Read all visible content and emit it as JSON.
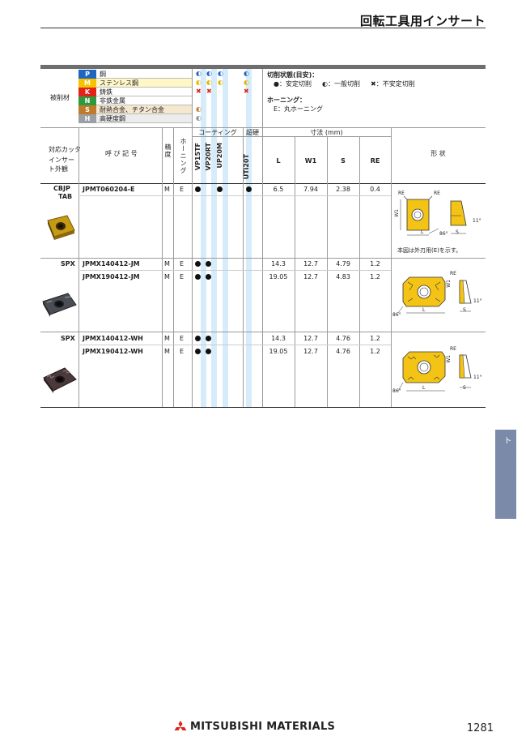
{
  "header": {
    "title": "回転工具用インサート"
  },
  "workpiece": {
    "label": "被削材",
    "materials": [
      {
        "code": "P",
        "name": "鋼",
        "color": "#1f66c4",
        "bg": "#ffffff"
      },
      {
        "code": "M",
        "name": "ステンレス鋼",
        "color": "#f5c400",
        "bg": "#fff7c6"
      },
      {
        "code": "K",
        "name": "鋳鉄",
        "color": "#e2231a",
        "bg": "#ffffff"
      },
      {
        "code": "N",
        "name": "非鉄金属",
        "color": "#2e9a3f",
        "bg": "#ffffff"
      },
      {
        "code": "S",
        "name": "耐熱合金、チタン合金",
        "color": "#c07a2b",
        "bg": "#f6e7cf"
      },
      {
        "code": "H",
        "name": "高硬度鋼",
        "color": "#9aa0a6",
        "bg": "#ececec"
      }
    ],
    "legend": {
      "title": "切削状態(目安)：",
      "stable": "●：安定切削",
      "general": "◐：一般切削",
      "unstable": "✖：不安定切削",
      "honing_title": "ホーニング：",
      "honing_e": "E：丸ホーニング"
    }
  },
  "columns": {
    "cutter": "対応カッタ",
    "insert_view": "インサート外観",
    "designation": "呼 び 記 号",
    "accuracy": "精度",
    "honing": "ホーニング",
    "coating": "コーティング",
    "carbide": "超硬",
    "grades": [
      "VP15TF",
      "VP20RT",
      "UP20M",
      "UTi20T"
    ],
    "dimensions": "寸法 (mm)",
    "dim_cols": [
      "L",
      "W1",
      "S",
      "RE"
    ],
    "shape": "形 状"
  },
  "rows": [
    {
      "cutter": "CBJP TAB",
      "designation": "JPMT060204-E",
      "accuracy": "M",
      "honing": "E",
      "L": "6.5",
      "W1": "7.94",
      "S": "2.38",
      "RE": "0.4"
    },
    {
      "cutter": "SPX",
      "designation": "JPMX140412-JM",
      "accuracy": "M",
      "honing": "E",
      "L": "14.3",
      "W1": "12.7",
      "S": "4.79",
      "RE": "1.2"
    },
    {
      "cutter": "",
      "designation": "JPMX190412-JM",
      "accuracy": "M",
      "honing": "E",
      "L": "19.05",
      "W1": "12.7",
      "S": "4.83",
      "RE": "1.2"
    },
    {
      "cutter": "SPX",
      "designation": "JPMX140412-WH",
      "accuracy": "M",
      "honing": "E",
      "L": "14.3",
      "W1": "12.7",
      "S": "4.76",
      "RE": "1.2"
    },
    {
      "cutter": "",
      "designation": "JPMX190412-WH",
      "accuracy": "M",
      "honing": "E",
      "L": "19.05",
      "W1": "12.7",
      "S": "4.76",
      "RE": "1.2"
    }
  ],
  "drawings": {
    "re": "RE",
    "w1": "W1",
    "l": "L",
    "s": "S",
    "a86": "86°",
    "a11": "11°",
    "note": "本図は外刃用(E)を示す。"
  },
  "side_tab": "回転工具用インサート",
  "footer": {
    "brand": "MITSUBISHI MATERIALS",
    "page": "1281"
  }
}
